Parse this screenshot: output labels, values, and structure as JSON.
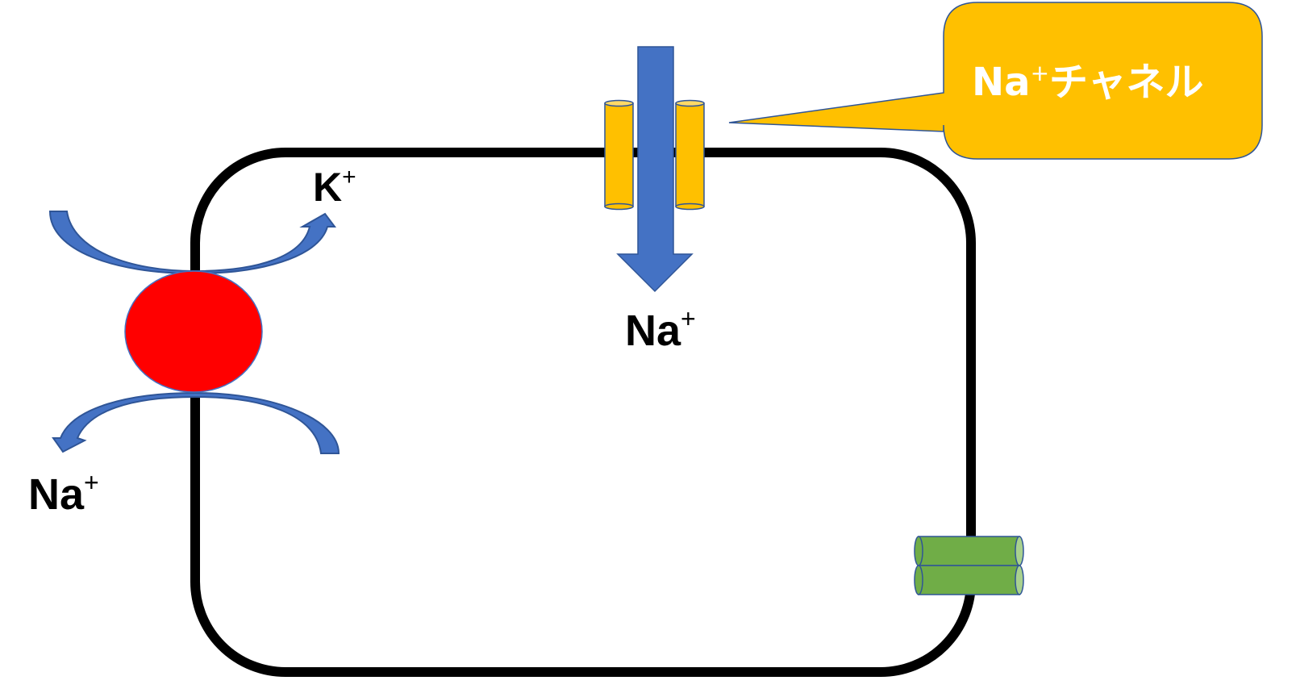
{
  "labels": {
    "k_ion": {
      "symbol": "K",
      "charge": "+"
    },
    "na_ion_top": {
      "symbol": "Na",
      "charge": "+"
    },
    "na_ion_left": {
      "symbol": "Na",
      "charge": "+"
    }
  },
  "callout": {
    "prefix": "Na",
    "charge": "+",
    "suffix": "チャネル"
  },
  "colors": {
    "membrane": "#000000",
    "pump": "#ff0000",
    "arrow": "#4472c4",
    "arrow_dark": "#2f5597",
    "channel": "#ffc000",
    "callout": "#ffc000",
    "green_channel": "#70ad47"
  },
  "icons": {
    "pump": "red-circle",
    "channel": "yellow-cylinders",
    "other_channel": "green-cylinders"
  }
}
